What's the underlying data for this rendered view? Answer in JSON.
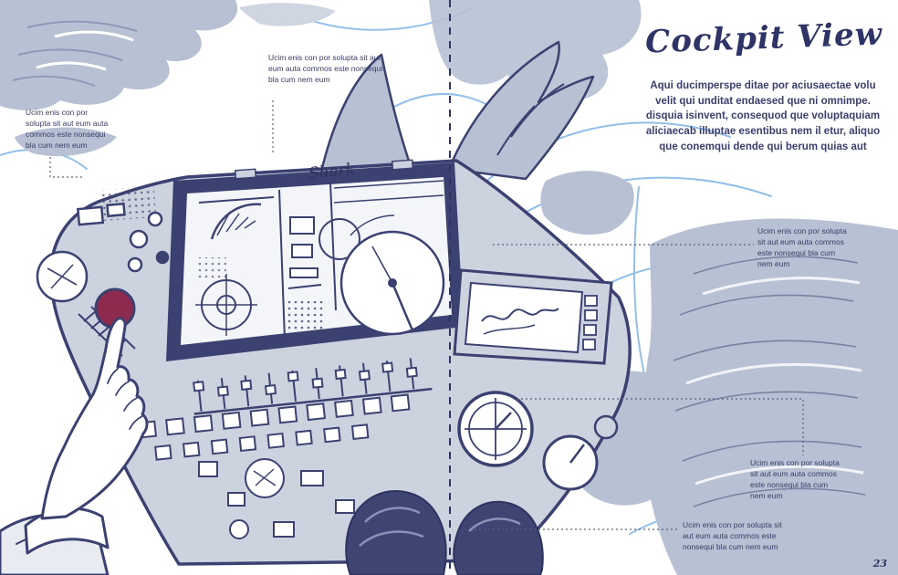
{
  "article": {
    "title": "Cockpit View",
    "body": "Aqui ducimperspe ditae por aciusaectae volu velit qui unditat endaesed que ni omnimpe. disquia isinvent, consequod que voluptaquiam aliciaecab illuptae esentibus nem il etur, aliquo que conemqui dende qui berum quias aut",
    "page_number": "23"
  },
  "illustration": {
    "label": "Shark",
    "subject": "hand reaching toward red knob on aircraft cockpit instrument panel among clouds"
  },
  "annotations": [
    {
      "id": "left",
      "text": "Ucim enis con por solupta sit aut eum auta commos este nonsequi bla cum nem eum"
    },
    {
      "id": "top-center",
      "text": "Ucim enis con por solupta sit aut eum auta commos este nonsequi bla cum nem eum"
    },
    {
      "id": "right-upper",
      "text": "Ucim enis con por solupta sit aut eum auta commos este nonsequi bla cum nem eum"
    },
    {
      "id": "right-lower",
      "text": "Ucim enis con por solupta sit aut eum auta commos este nonsequi bla cum nem eum"
    },
    {
      "id": "bottom",
      "text": "Ucim enis con por solupta sit aut eum auta commos este nonsequi bla cum nem eum"
    }
  ],
  "colors": {
    "ink": "#3b4170",
    "ink_dark": "#2e3360",
    "panel": "#ccd3df",
    "cloud": "#b7c1d3",
    "sky_line": "#7fb5e6",
    "knob_red": "#8e2a4e",
    "screen": "#f4f5f8"
  }
}
